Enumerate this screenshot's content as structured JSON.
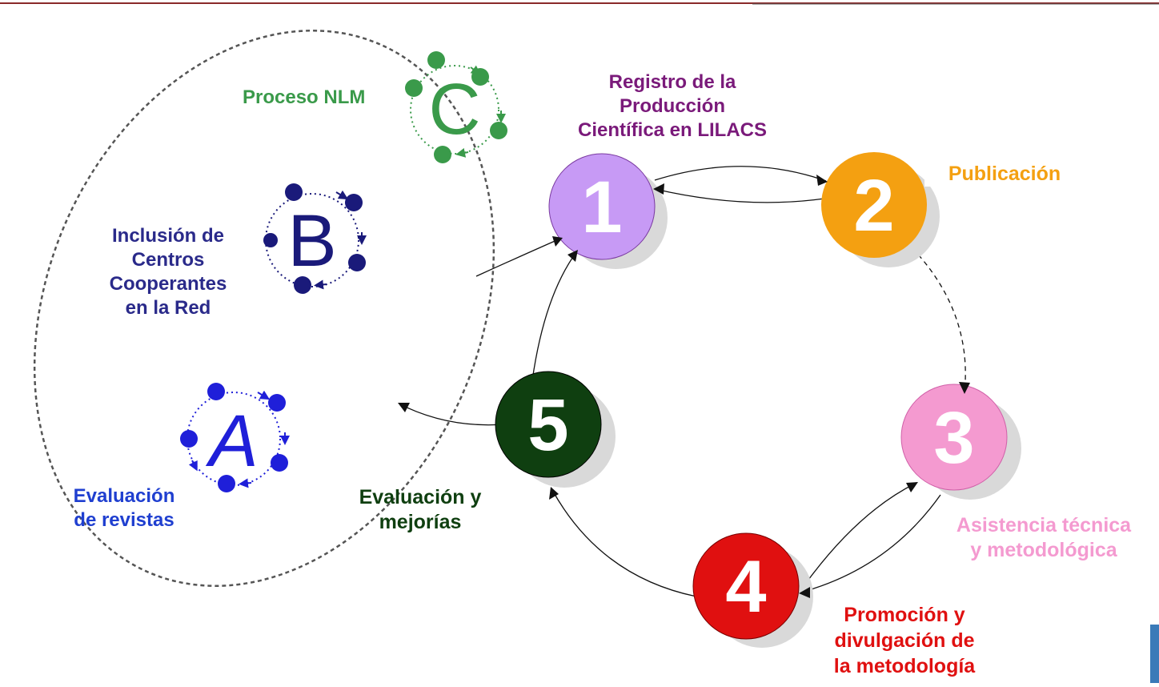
{
  "colors": {
    "c_green": "#3a9a4a",
    "b_navy": "#1a1a7a",
    "a_blue": "#1f1fd9",
    "n1_purple": "#c79af5",
    "n1_text": "#7a1a7a",
    "n2_orange": "#f4a011",
    "n3_pink": "#f49ad0",
    "n4_red": "#e01010",
    "n5_dark": "#0f3f10",
    "top_bar": "#8a2a2a"
  },
  "sub_cycles": [
    {
      "letter": "C",
      "label": "Proceso NLM",
      "color": "#3a9a4a"
    },
    {
      "letter": "B",
      "label_lines": [
        "Inclusión de",
        "Centros",
        "Cooperantes",
        "en la Red"
      ],
      "color": "#1a1a7a"
    },
    {
      "letter": "A",
      "label_lines": [
        "Evaluación",
        "de revistas"
      ],
      "color": "#1f1fd9"
    }
  ],
  "nodes": [
    {
      "number": "1",
      "label_lines": [
        "Registro de la",
        "Producción",
        "Científica en LILACS"
      ]
    },
    {
      "number": "2",
      "label_lines": [
        "Publicación"
      ]
    },
    {
      "number": "3",
      "label_lines": [
        "Asistencia técnica",
        "y metodológica"
      ]
    },
    {
      "number": "4",
      "label_lines": [
        "Promoción y",
        "divulgación de",
        "la metodología"
      ]
    },
    {
      "number": "5",
      "label_lines": [
        "Evaluación y",
        "mejorías"
      ]
    }
  ]
}
